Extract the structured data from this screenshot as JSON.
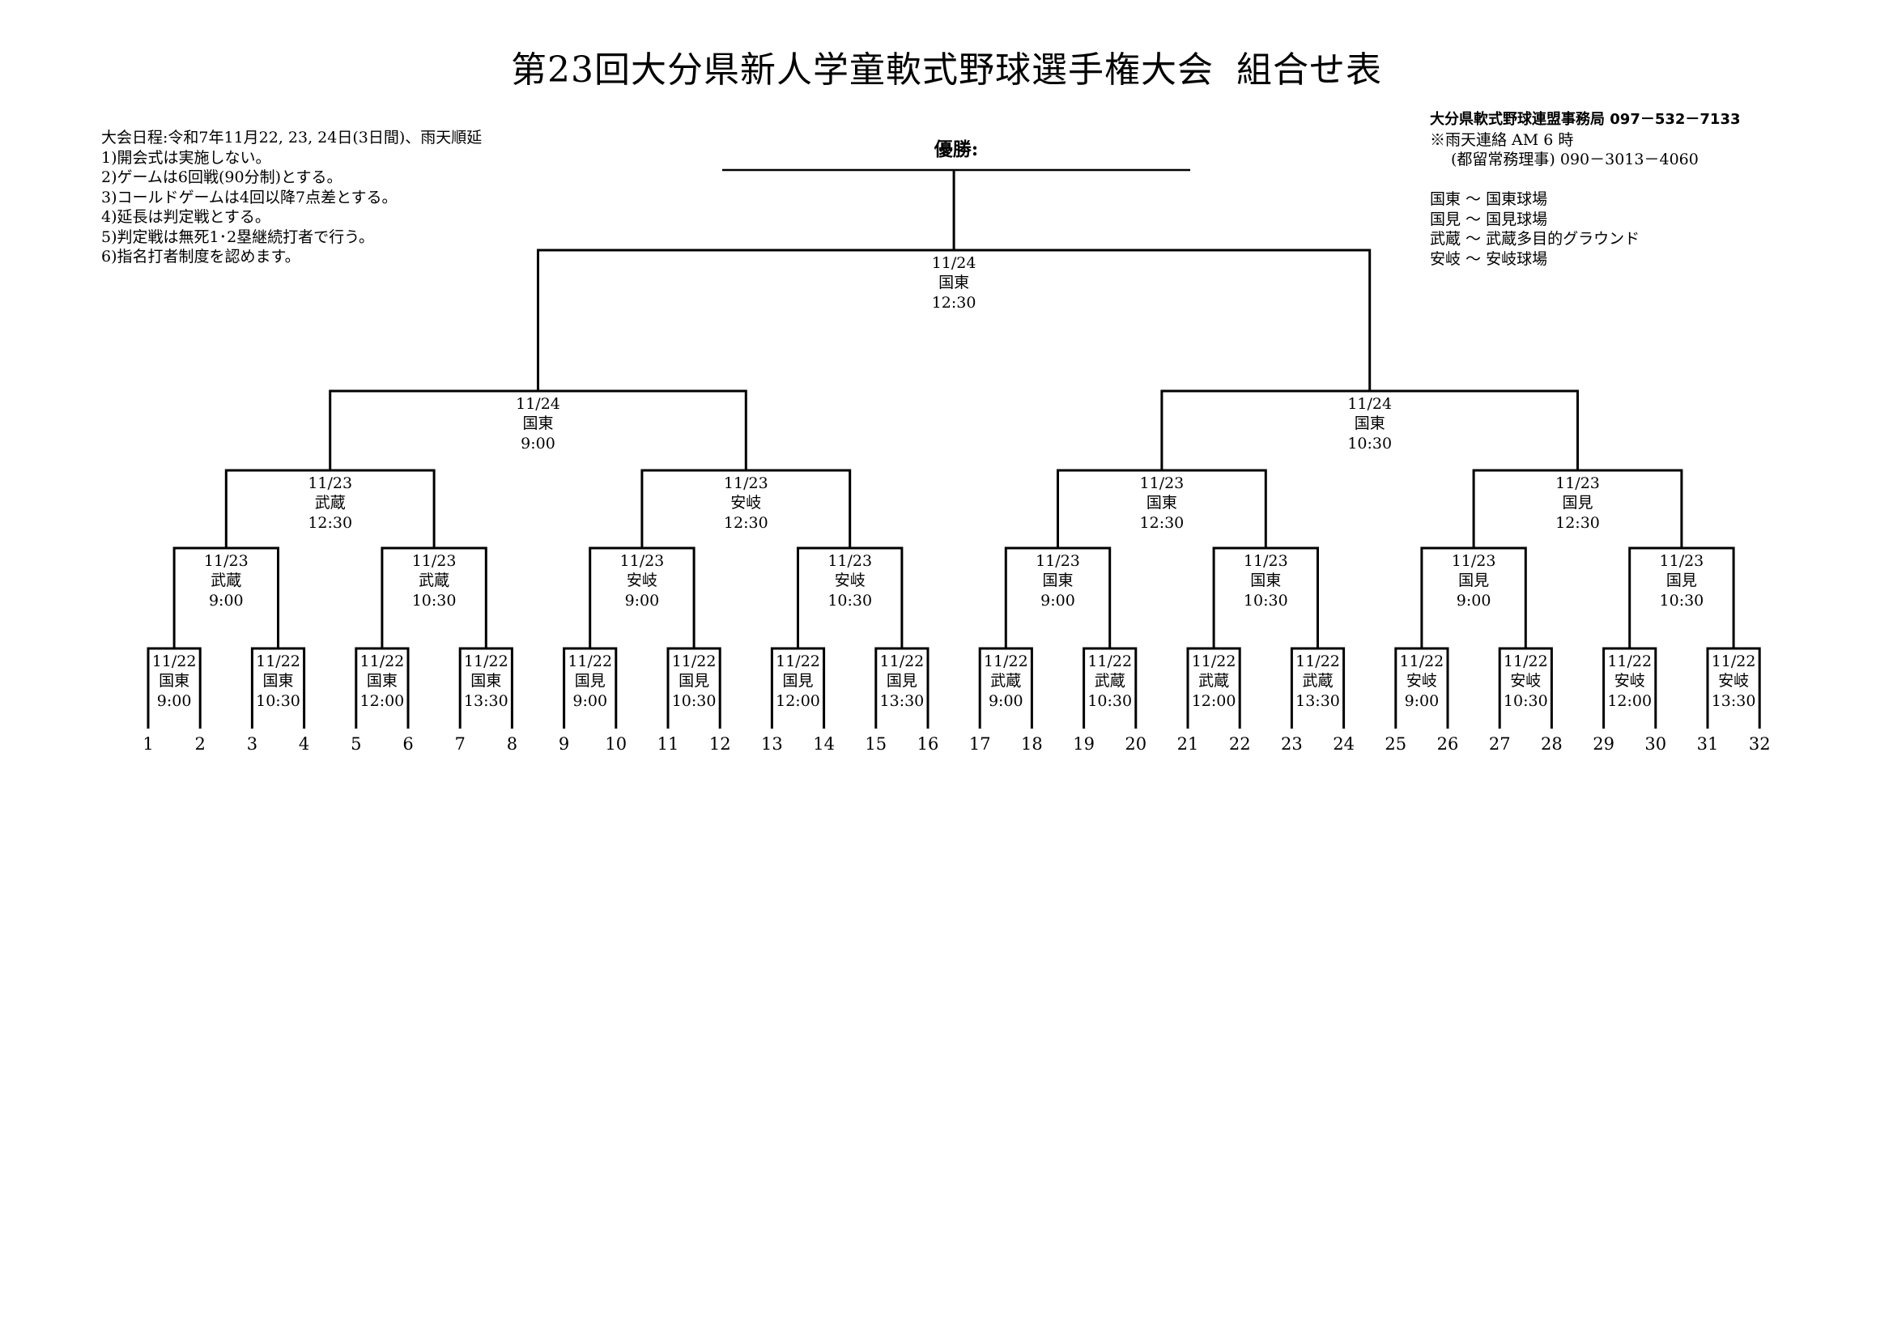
{
  "title": {
    "main": "第23回大分県新人学童軟式野球選手権大会",
    "sub": "組合せ表"
  },
  "winner_label": "優勝:",
  "notes": [
    "大会日程:令和7年11月22, 23, 24日(3日間)、雨天順延",
    "1)開会式は実施しない。",
    "2)ゲームは6回戦(90分制)とする。",
    "3)コールドゲームは4回以降7点差とする。",
    "4)延長は判定戦とする。",
    "5)判定戦は無死1･2塁継続打者で行う。",
    "6)指名打者制度を認めます。"
  ],
  "office": {
    "name_phone": "大分県軟式野球連盟事務局  097－532－7133",
    "rain_contact": "※雨天連絡  AM 6 時",
    "director_phone": "(都留常務理事)  090－3013－4060",
    "venues": [
      "国東  ～  国東球場",
      "国見  ～  国見球場",
      "武蔵  ～  武蔵多目的グラウンド",
      "安岐  ～  安岐球場"
    ]
  },
  "teams": [
    "1",
    "2",
    "3",
    "4",
    "5",
    "6",
    "7",
    "8",
    "9",
    "10",
    "11",
    "12",
    "13",
    "14",
    "15",
    "16",
    "17",
    "18",
    "19",
    "20",
    "21",
    "22",
    "23",
    "24",
    "25",
    "26",
    "27",
    "28",
    "29",
    "30",
    "31",
    "32"
  ],
  "rounds": [
    [
      {
        "date": "11/22",
        "venue": "国東",
        "time": "9:00"
      },
      {
        "date": "11/22",
        "venue": "国東",
        "time": "10:30"
      },
      {
        "date": "11/22",
        "venue": "国東",
        "time": "12:00"
      },
      {
        "date": "11/22",
        "venue": "国東",
        "time": "13:30"
      },
      {
        "date": "11/22",
        "venue": "国見",
        "time": "9:00"
      },
      {
        "date": "11/22",
        "venue": "国見",
        "time": "10:30"
      },
      {
        "date": "11/22",
        "venue": "国見",
        "time": "12:00"
      },
      {
        "date": "11/22",
        "venue": "国見",
        "time": "13:30"
      },
      {
        "date": "11/22",
        "venue": "武蔵",
        "time": "9:00"
      },
      {
        "date": "11/22",
        "venue": "武蔵",
        "time": "10:30"
      },
      {
        "date": "11/22",
        "venue": "武蔵",
        "time": "12:00"
      },
      {
        "date": "11/22",
        "venue": "武蔵",
        "time": "13:30"
      },
      {
        "date": "11/22",
        "venue": "安岐",
        "time": "9:00"
      },
      {
        "date": "11/22",
        "venue": "安岐",
        "time": "10:30"
      },
      {
        "date": "11/22",
        "venue": "安岐",
        "time": "12:00"
      },
      {
        "date": "11/22",
        "venue": "安岐",
        "time": "13:30"
      }
    ],
    [
      {
        "date": "11/23",
        "venue": "武蔵",
        "time": "9:00"
      },
      {
        "date": "11/23",
        "venue": "武蔵",
        "time": "10:30"
      },
      {
        "date": "11/23",
        "venue": "安岐",
        "time": "9:00"
      },
      {
        "date": "11/23",
        "venue": "安岐",
        "time": "10:30"
      },
      {
        "date": "11/23",
        "venue": "国東",
        "time": "9:00"
      },
      {
        "date": "11/23",
        "venue": "国東",
        "time": "10:30"
      },
      {
        "date": "11/23",
        "venue": "国見",
        "time": "9:00"
      },
      {
        "date": "11/23",
        "venue": "国見",
        "time": "10:30"
      }
    ],
    [
      {
        "date": "11/23",
        "venue": "武蔵",
        "time": "12:30"
      },
      {
        "date": "11/23",
        "venue": "安岐",
        "time": "12:30"
      },
      {
        "date": "11/23",
        "venue": "国東",
        "time": "12:30"
      },
      {
        "date": "11/23",
        "venue": "国見",
        "time": "12:30"
      }
    ],
    [
      {
        "date": "11/24",
        "venue": "国東",
        "time": "9:00"
      },
      {
        "date": "11/24",
        "venue": "国東",
        "time": "10:30"
      }
    ],
    [
      {
        "date": "11/24",
        "venue": "国東",
        "time": "12:30"
      }
    ]
  ]
}
